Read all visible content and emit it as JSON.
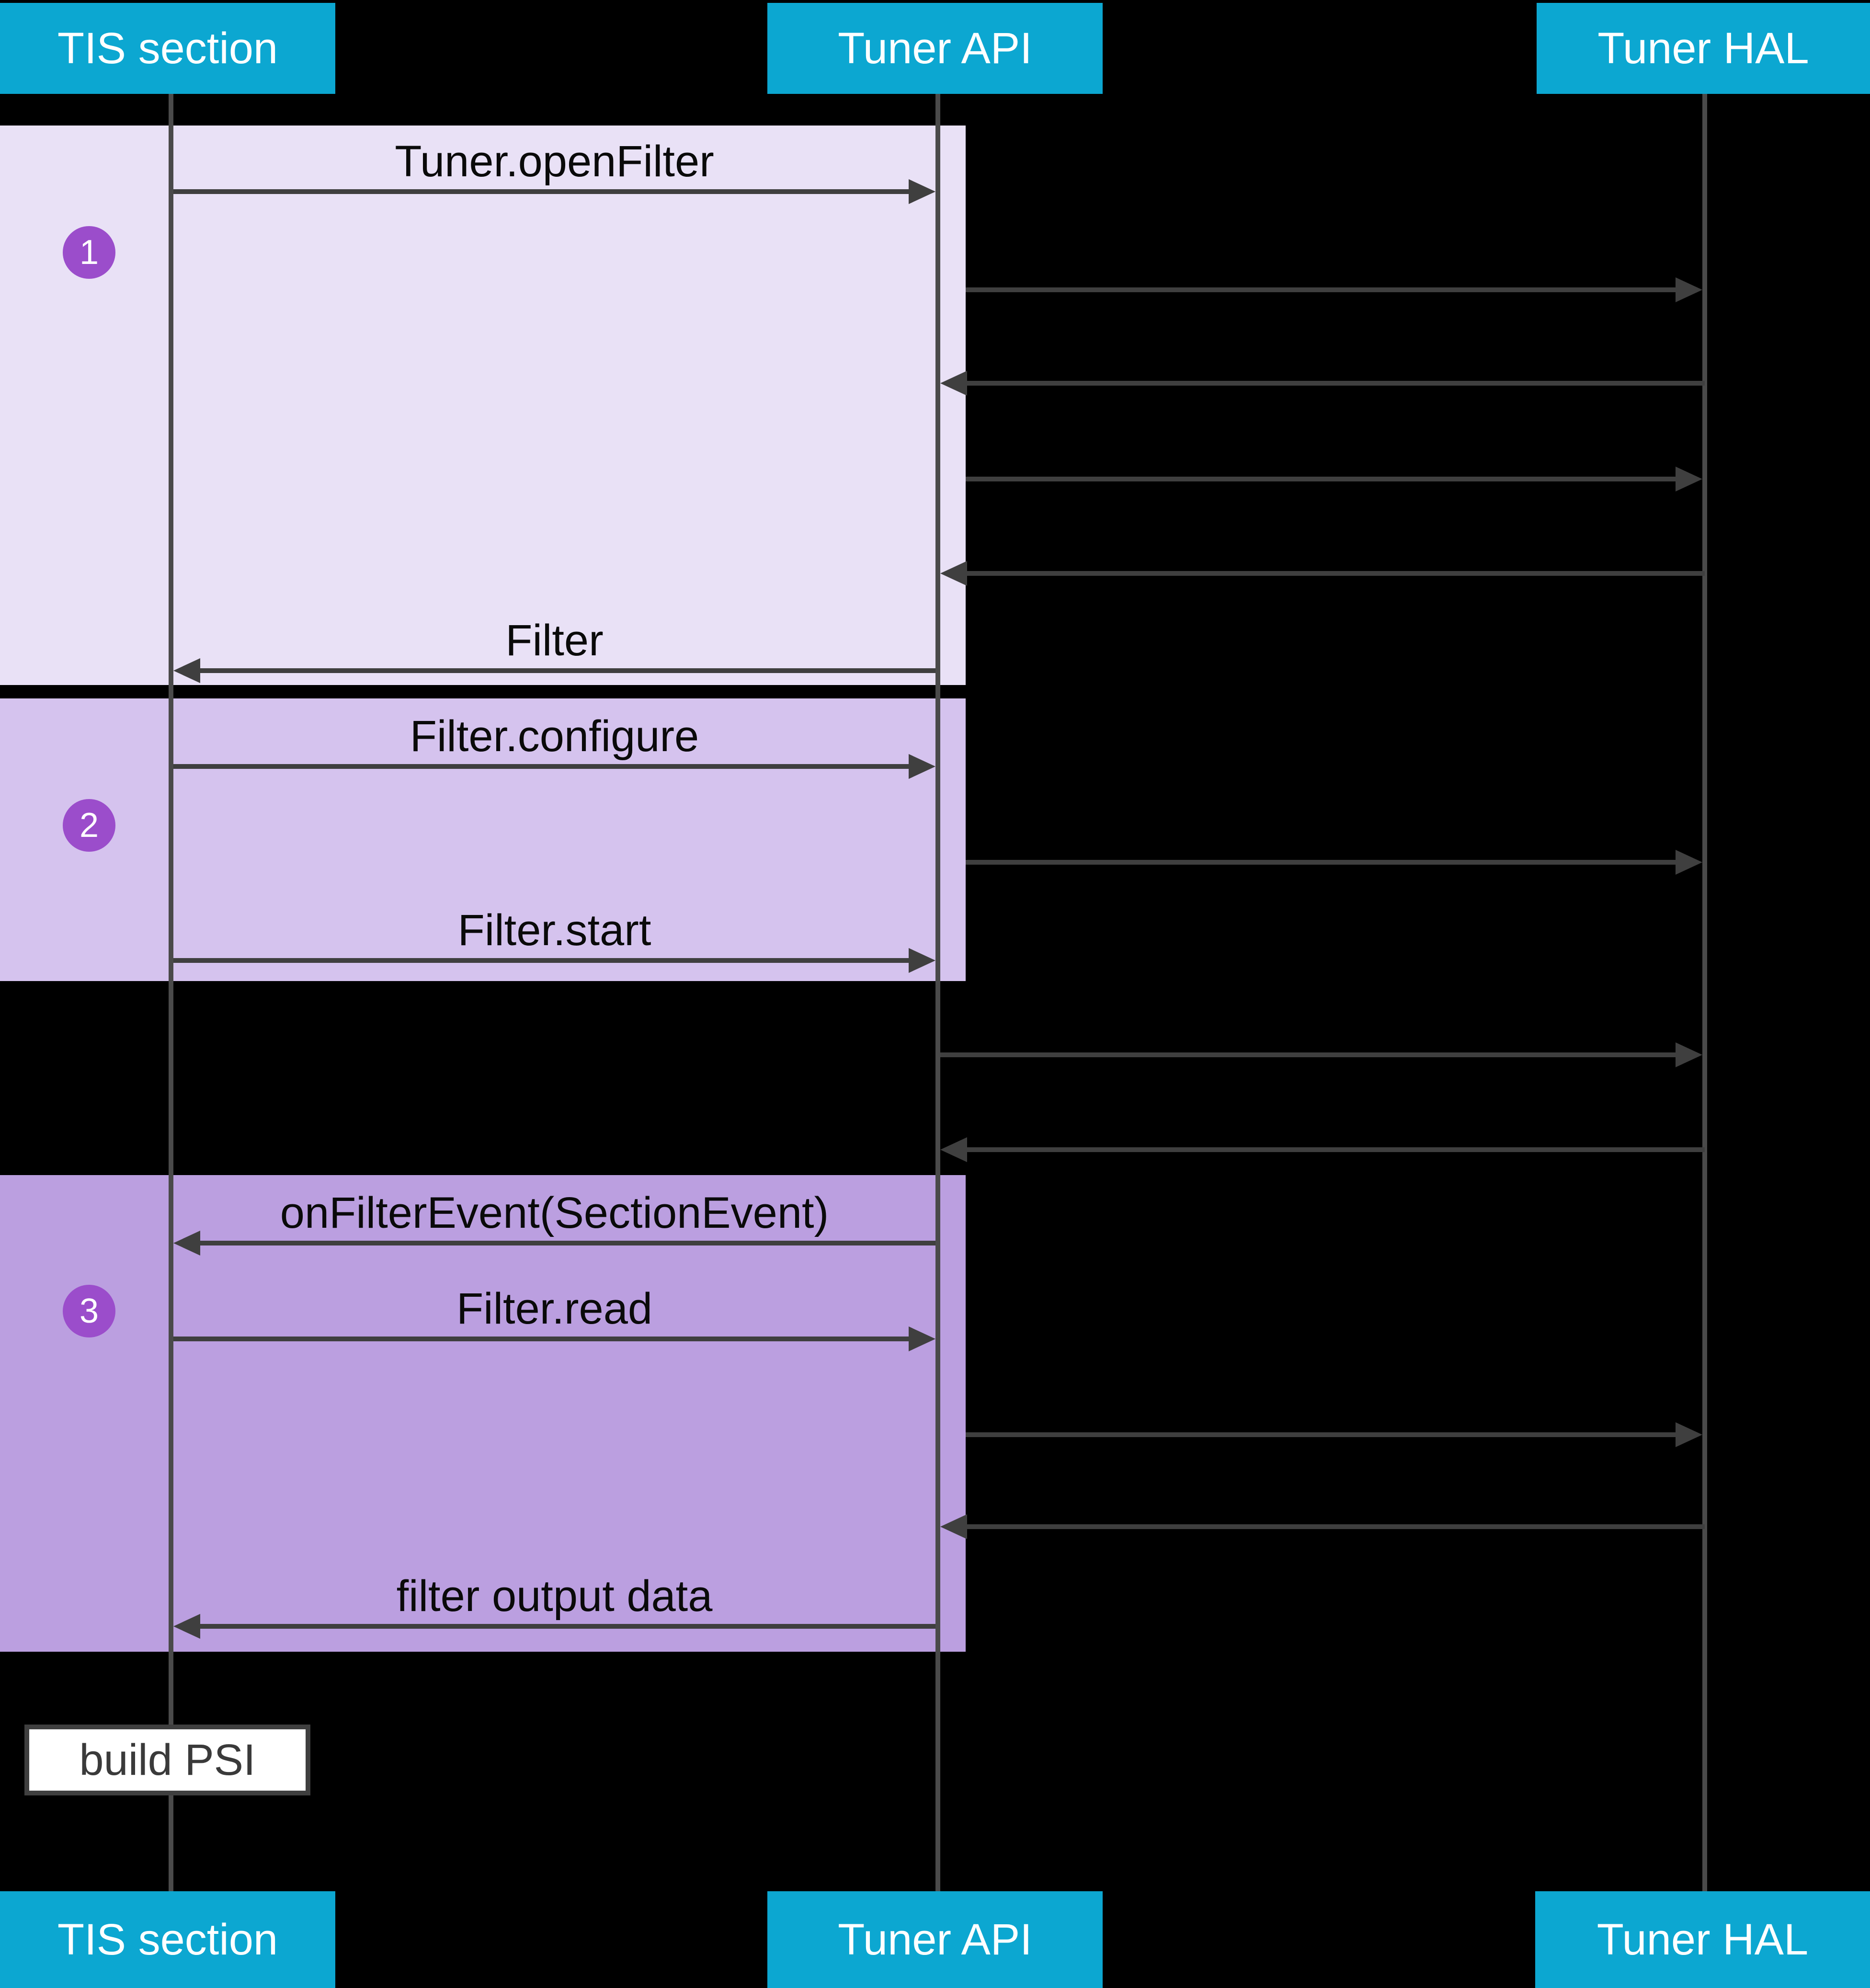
{
  "participants": [
    {
      "label": "TIS section"
    },
    {
      "label": "Tuner API"
    },
    {
      "label": "Tuner HAL"
    }
  ],
  "steps": [
    {
      "number": "1",
      "messages": [
        {
          "label": "Tuner.openFilter",
          "from": "TIS section",
          "to": "Tuner API"
        },
        {
          "label": "",
          "from": "Tuner API",
          "to": "Tuner HAL"
        },
        {
          "label": "",
          "from": "Tuner HAL",
          "to": "Tuner API"
        },
        {
          "label": "",
          "from": "Tuner API",
          "to": "Tuner HAL"
        },
        {
          "label": "",
          "from": "Tuner HAL",
          "to": "Tuner API"
        },
        {
          "label": "Filter",
          "from": "Tuner API",
          "to": "TIS section"
        }
      ]
    },
    {
      "number": "2",
      "messages": [
        {
          "label": "Filter.configure",
          "from": "TIS section",
          "to": "Tuner API"
        },
        {
          "label": "",
          "from": "Tuner API",
          "to": "Tuner HAL"
        },
        {
          "label": "Filter.start",
          "from": "TIS section",
          "to": "Tuner API"
        },
        {
          "label": "",
          "from": "Tuner API",
          "to": "Tuner HAL"
        },
        {
          "label": "",
          "from": "Tuner HAL",
          "to": "Tuner API"
        }
      ]
    },
    {
      "number": "3",
      "messages": [
        {
          "label": "onFilterEvent(SectionEvent)",
          "from": "Tuner API",
          "to": "TIS section"
        },
        {
          "label": "Filter.read",
          "from": "TIS section",
          "to": "Tuner API"
        },
        {
          "label": "",
          "from": "Tuner API",
          "to": "Tuner HAL"
        },
        {
          "label": "",
          "from": "Tuner HAL",
          "to": "Tuner API"
        },
        {
          "label": "filter output data",
          "from": "Tuner API",
          "to": "TIS section"
        }
      ]
    }
  ],
  "note": {
    "label": "build PSI"
  },
  "colors": {
    "background": "#000000",
    "participant_fill": "#0ca7d1",
    "participant_text": "#ffffff",
    "step1_fill": "#e9e1f6",
    "step2_fill": "#d5c3ee",
    "step3_fill": "#bb9fe0",
    "badge_fill": "#9b4dcb",
    "arrow_color": "#3f3f3f",
    "note_fill": "#ffffff"
  }
}
